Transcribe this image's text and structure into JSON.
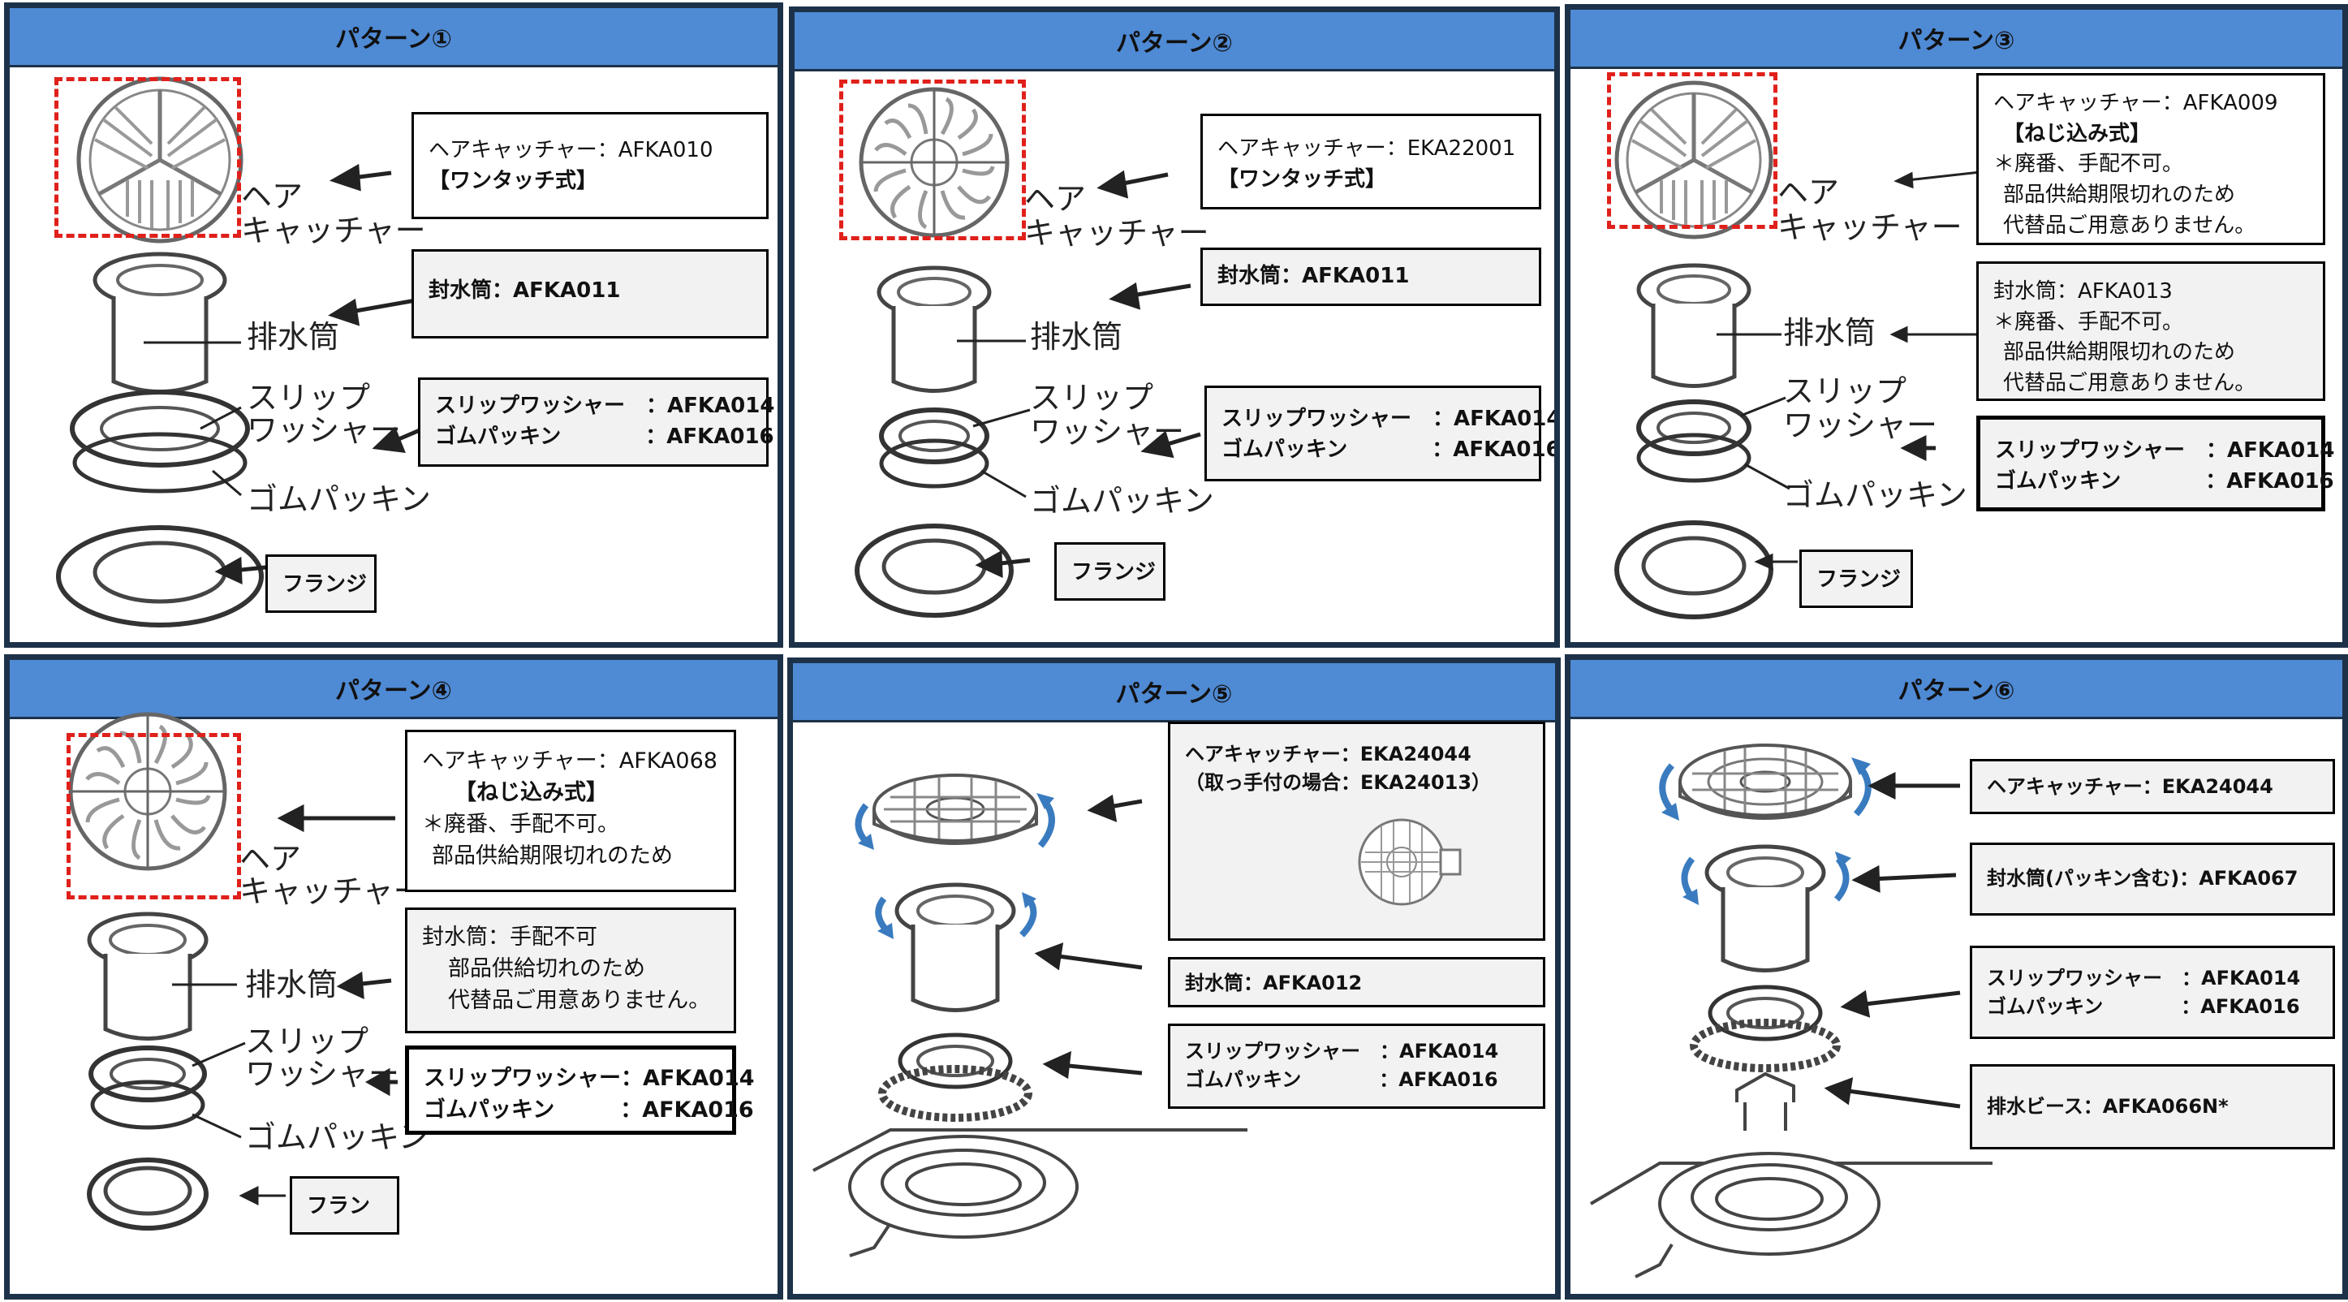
{
  "colors": {
    "header": "#4f8ad4",
    "border": "#1d3249",
    "dashed": "#e0201b",
    "box": "#f2f2f2"
  },
  "panels": [
    {
      "title": "パターン①",
      "labels": {
        "hair_a": "ヘア",
        "hair_b": "キャッチャー",
        "drain": "排水筒",
        "slip_a": "スリップ",
        "slip_b": "ワッシャー",
        "gasket": "ゴムパッキン"
      },
      "boxes": {
        "hair": [
          "ヘアキャッチャー：AFKA010",
          "【ワンタッチ式】"
        ],
        "trap": [
          "封水筒：AFKA011"
        ],
        "slip": [
          "スリップワッシャー　：AFKA014",
          "ゴムパッキン　　　　：AFKA016"
        ],
        "flange": [
          "フランジ"
        ]
      }
    },
    {
      "title": "パターン②",
      "labels": {
        "hair_a": "ヘア",
        "hair_b": "キャッチャー",
        "drain": "排水筒",
        "slip_a": "スリップ",
        "slip_b": "ワッシャー",
        "gasket": "ゴムパッキン"
      },
      "boxes": {
        "hair": [
          "ヘアキャッチャー：EKA22001",
          "【ワンタッチ式】"
        ],
        "trap": [
          "封水筒：AFKA011"
        ],
        "slip": [
          "スリップワッシャー　：AFKA014",
          "ゴムパッキン　　　　：AFKA016"
        ],
        "flange": [
          "フランジ"
        ]
      }
    },
    {
      "title": "パターン③",
      "labels": {
        "hair_a": "ヘア",
        "hair_b": "キャッチャー",
        "drain": "排水筒",
        "slip_a": "スリップ",
        "slip_b": "ワッシャー",
        "gasket": "ゴムパッキン"
      },
      "boxes": {
        "hair": [
          "ヘアキャッチャー：AFKA009",
          "【ねじ込み式】",
          "＊廃番、手配不可。",
          "部品供給期限切れのため",
          "代替品ご用意ありません。"
        ],
        "trap": [
          "封水筒：AFKA013",
          "＊廃番、手配不可。",
          "部品供給期限切れのため",
          "代替品ご用意ありません。"
        ],
        "slip": [
          "スリップワッシャー　：AFKA014",
          "ゴムパッキン　　　　：AFKA016"
        ],
        "flange": [
          "フランジ"
        ]
      }
    },
    {
      "title": "パターン④",
      "labels": {
        "hair_a": "ヘア",
        "hair_b": "キャッチャー",
        "drain": "排水筒",
        "slip_a": "スリップ",
        "slip_b": "ワッシャー",
        "gasket": "ゴムパッキン"
      },
      "boxes": {
        "hair": [
          "ヘアキャッチャー：AFKA068",
          "【ねじ込み式】",
          "＊廃番、手配不可。",
          "部品供給期限切れのため"
        ],
        "trap": [
          "封水筒：手配不可",
          "部品供給切れのため",
          "代替品ご用意ありません。"
        ],
        "slip": [
          "スリップワッシャー：AFKA014",
          "ゴムパッキン　　　：AFKA016"
        ],
        "flange": [
          "フラン"
        ]
      }
    },
    {
      "title": "パターン⑤",
      "boxes": {
        "hair": [
          "ヘアキャッチャー：EKA24044",
          "（取っ手付の場合：EKA24013）"
        ],
        "trap": [
          "封水筒：AFKA012"
        ],
        "slip": [
          "スリップワッシャー　：AFKA014",
          "ゴムパッキン　　　　：AFKA016"
        ]
      }
    },
    {
      "title": "パターン⑥",
      "boxes": {
        "hair": [
          "ヘアキャッチャー：EKA24044"
        ],
        "trap": [
          "封水筒(パッキン含む)：AFKA067"
        ],
        "slip": [
          "スリップワッシャー　：AFKA014",
          "ゴムパッキン　　　　：AFKA016"
        ],
        "bead": [
          "排水ビース：AFKA066N*"
        ]
      }
    }
  ]
}
